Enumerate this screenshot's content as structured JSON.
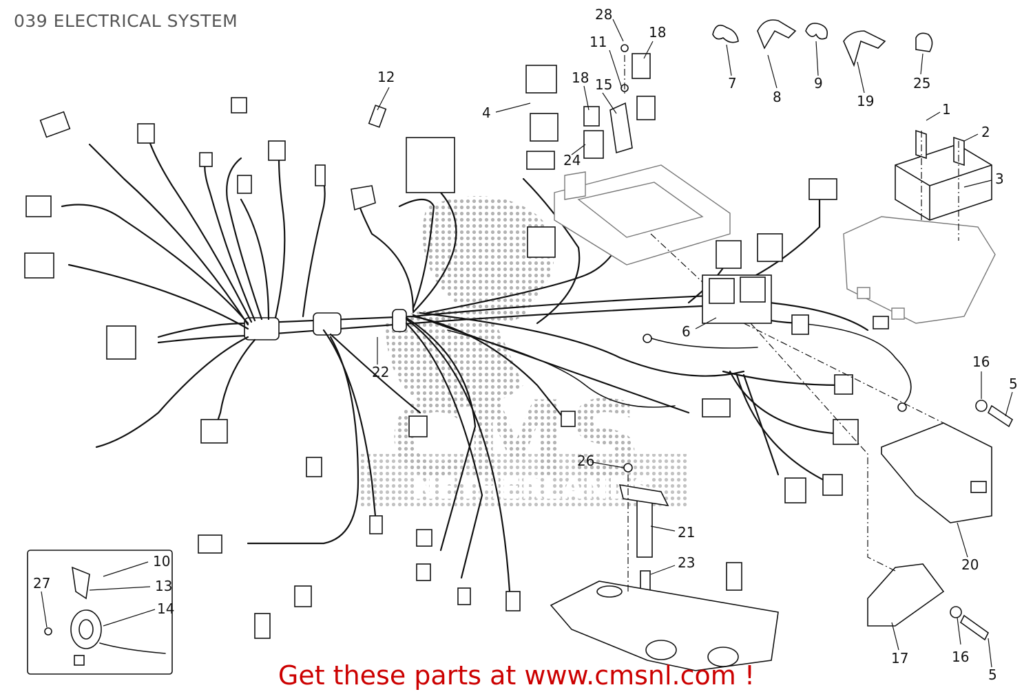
{
  "page": {
    "title": "039 ELECTRICAL SYSTEM",
    "footer": "Get these parts at www.cmsnl.com !"
  },
  "watermark": {
    "text": "CMS",
    "subtitle": "NETHERLANDS"
  },
  "callouts": {
    "c1": "1",
    "c2": "2",
    "c3": "3",
    "c4": "4",
    "c5a": "5",
    "c5b": "5",
    "c6": "6",
    "c7": "7",
    "c8": "8",
    "c9": "9",
    "c10": "10",
    "c11": "11",
    "c12": "12",
    "c13": "13",
    "c14": "14",
    "c15": "15",
    "c16a": "16",
    "c16b": "16",
    "c17": "17",
    "c18a": "18",
    "c18b": "18",
    "c19": "19",
    "c20": "20",
    "c21": "21",
    "c22": "22",
    "c23": "23",
    "c24": "24",
    "c25": "25",
    "c26": "26",
    "c27": "27",
    "c28": "28"
  },
  "colors": {
    "title": "#555555",
    "footer": "#cc0000",
    "lines": "#111111",
    "watermark": "#9a9a9a"
  }
}
